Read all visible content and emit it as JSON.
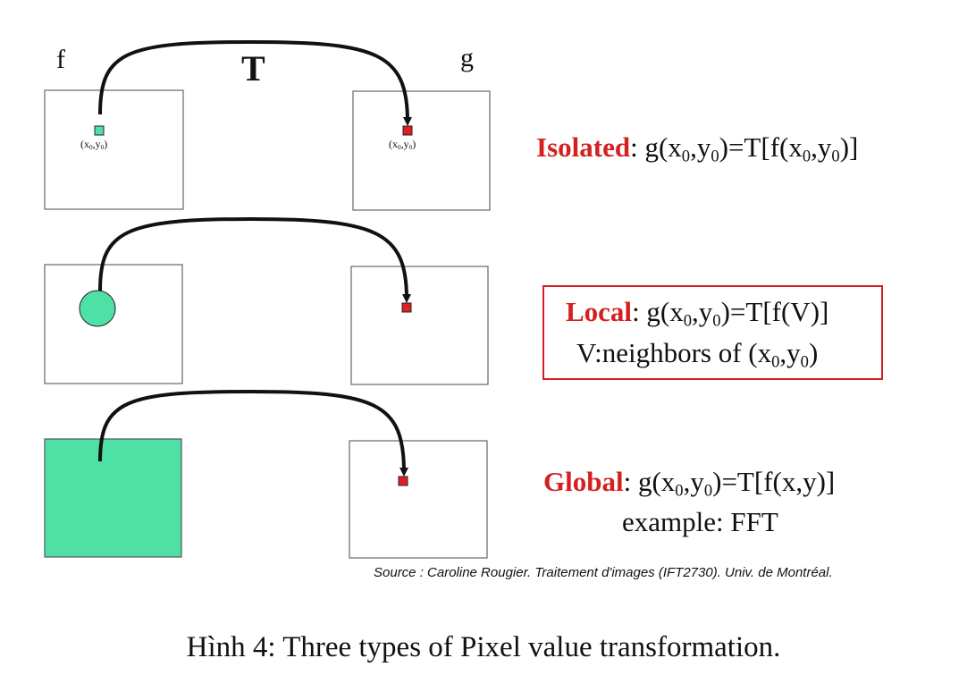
{
  "labels": {
    "f": "f",
    "g": "g",
    "T": "T"
  },
  "coords": {
    "x": "x",
    "y": "y",
    "sub": "0"
  },
  "rows": [
    {
      "title": "Isolated",
      "lhs": "g(x",
      "sep": ",y",
      "rhs_pre": ")=T[f(x",
      "rhs_mid": ",y",
      "rhs_end": ")]"
    },
    {
      "title": "Local",
      "eq": ": g(x",
      "eq2": ",y",
      "eq3": ")=T[f(V)]",
      "line2_pre": "V:neighbors of (x",
      "line2_mid": ",y",
      "line2_end": ")"
    },
    {
      "title": "Global",
      "eq": ": g(x",
      "eq2": ",y",
      "eq3": ")=T[f(x,y)]",
      "line2": "example: FFT"
    }
  ],
  "source": "Source : Caroline Rougier. Traitement d'images (IFT2730). Univ. de Montréal.",
  "caption": "Hình 4: Three types of Pixel value transformation.",
  "colors": {
    "green": "#4fe0a6",
    "red": "#d42020",
    "black": "#111111"
  }
}
